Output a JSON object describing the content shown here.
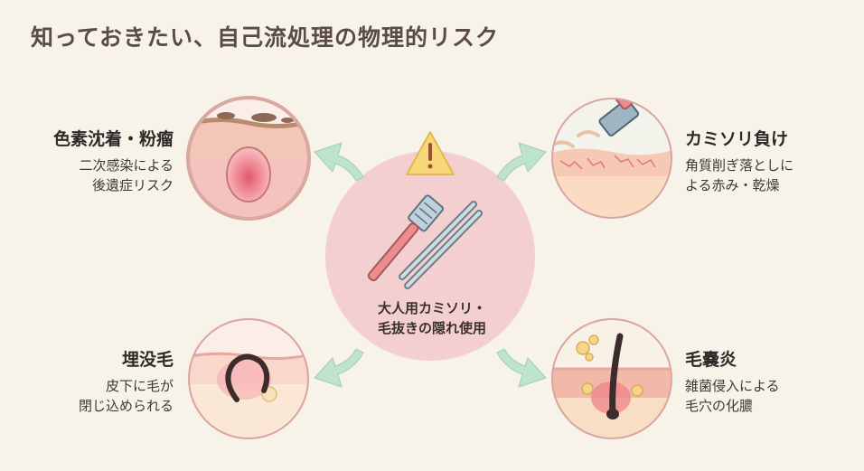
{
  "title": "知っておきたい、自己流処理の物理的リスク",
  "center": {
    "line1": "大人用カミソリ・",
    "line2": "毛抜きの隠れ使用"
  },
  "risks": {
    "top_left": {
      "heading": "色素沈着・粉瘤",
      "desc1": "二次感染による",
      "desc2": "後遺症リスク"
    },
    "top_right": {
      "heading": "カミソリ負け",
      "desc1": "角質削ぎ落としに",
      "desc2": "よる赤み・乾燥"
    },
    "bottom_left": {
      "heading": "埋没毛",
      "desc1": "皮下に毛が",
      "desc2": "閉じ込められる"
    },
    "bottom_right": {
      "heading": "毛嚢炎",
      "desc1": "雑菌侵入による",
      "desc2": "毛穴の化膿"
    }
  },
  "colors": {
    "background": "#f7f3e8",
    "center_circle": "#f4cfcf",
    "arrow": "#bfe3cc",
    "warning": "#f7d77a"
  },
  "icons": [
    "warning-icon",
    "razor-icon",
    "tweezers-icon",
    "arrow-icon"
  ]
}
